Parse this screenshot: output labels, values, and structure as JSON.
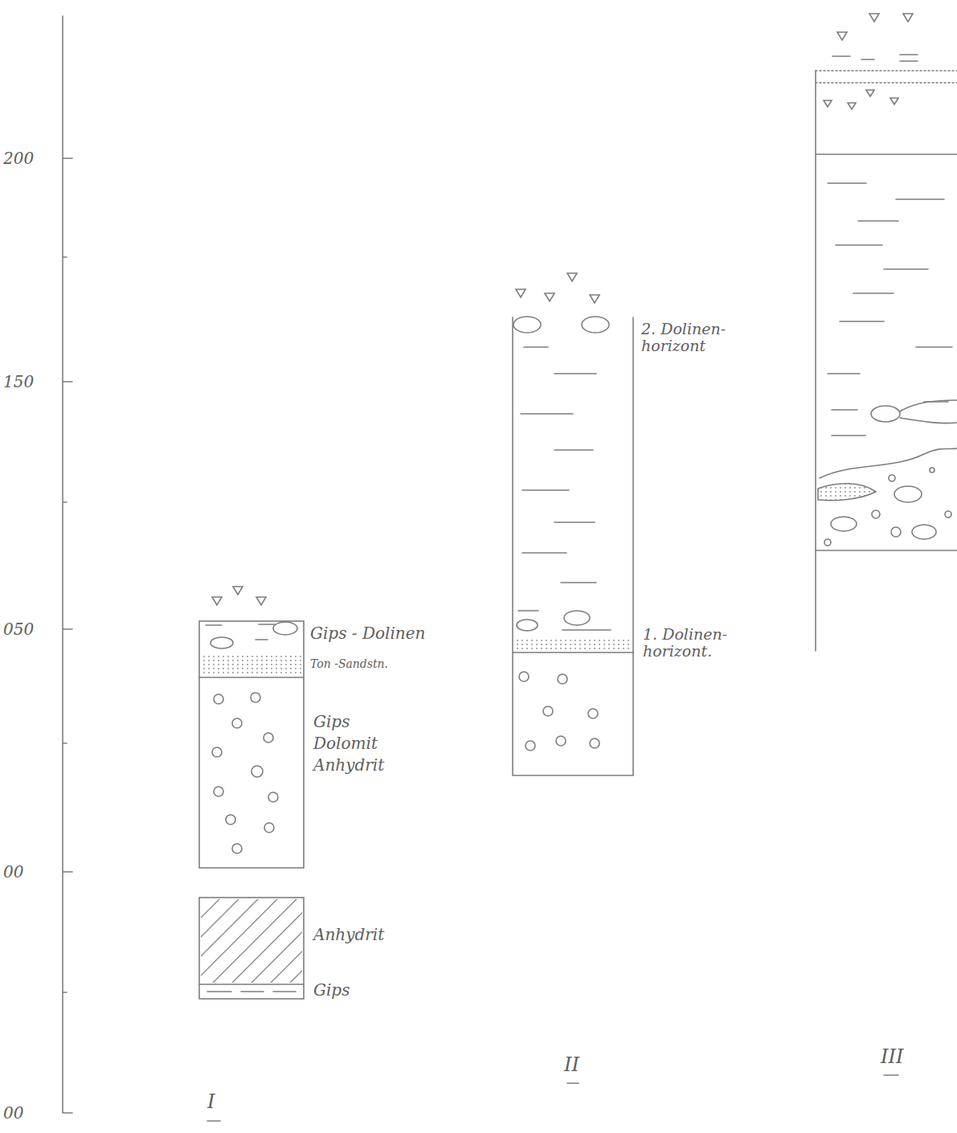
{
  "diagram": {
    "labels": [
      "200",
      "150",
      "050",
      "00",
      "00",
      "Gips - Dolinen",
      "Ton -Sandstn.",
      "Gips",
      "Dolomit",
      "Anhydrit",
      "Anhydrit",
      "Gips",
      "2. Dolinen- horizont",
      "1. Dolinen- horizont.",
      "I",
      "II",
      "III"
    ]
  }
}
